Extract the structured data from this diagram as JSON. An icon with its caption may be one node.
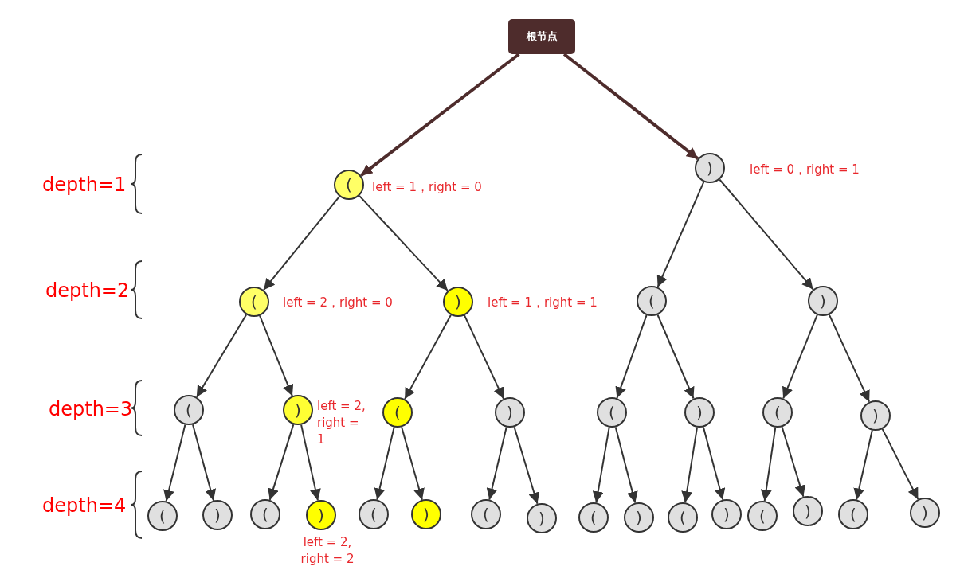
{
  "diagram": {
    "nodes": [
      {
        "text": [
          "根节点"
        ]
      },
      {
        "text": [
          "("
        ],
        "beside": [
          "left = 1，right = 0"
        ]
      },
      {
        "text": [
          ")"
        ],
        "beside": [
          "left = 0，right = 1"
        ]
      },
      {
        "text": [
          "("
        ],
        "beside": [
          "left = 2，right = 0"
        ]
      },
      {
        "text": [
          ")"
        ],
        "beside": [
          "left = 1，right = 1"
        ]
      },
      {
        "text": [
          "("
        ]
      },
      {
        "text": [
          ")"
        ]
      },
      {
        "text": [
          "("
        ]
      },
      {
        "text": [
          ")"
        ],
        "beside": [
          "left = 2, right = 1"
        ]
      },
      {
        "text": [
          "("
        ]
      },
      {
        "text": [
          ")"
        ]
      },
      {
        "text": [
          "("
        ]
      },
      {
        "text": [
          ")"
        ]
      },
      {
        "text": [
          "("
        ]
      },
      {
        "text": [
          ")"
        ]
      },
      {
        "text": [
          "("
        ]
      },
      {
        "text": [
          ")"
        ]
      },
      {
        "text": [
          "("
        ]
      },
      {
        "text": [
          ")"
        ],
        "beside": [
          "left = 2, right = 2"
        ]
      },
      {
        "text": [
          "("
        ]
      },
      {
        "text": [
          ")"
        ]
      },
      {
        "text": [
          "("
        ]
      },
      {
        "text": [
          ")"
        ]
      },
      {
        "text": [
          "("
        ]
      },
      {
        "text": [
          ")"
        ]
      },
      {
        "text": [
          "("
        ]
      },
      {
        "text": [
          ")"
        ]
      },
      {
        "text": [
          "("
        ]
      },
      {
        "text": [
          ")"
        ]
      },
      {
        "text": [
          "("
        ]
      },
      {
        "text": [
          ")"
        ]
      }
    ],
    "edges": [
      {
        "from": 0,
        "to": 1,
        "arrow": "to",
        "style": "thick",
        "color": "#4e2c2c"
      },
      {
        "from": 0,
        "to": 2,
        "arrow": "to",
        "style": "thick",
        "color": "#4e2c2c"
      },
      {
        "from": 1,
        "to": 3,
        "arrow": "to"
      },
      {
        "from": 1,
        "to": 4,
        "arrow": "to"
      },
      {
        "from": 2,
        "to": 5,
        "arrow": "to"
      },
      {
        "from": 2,
        "to": 6,
        "arrow": "to"
      },
      {
        "from": 3,
        "to": 7,
        "arrow": "to"
      },
      {
        "from": 3,
        "to": 8,
        "arrow": "to"
      },
      {
        "from": 4,
        "to": 9,
        "arrow": "to"
      },
      {
        "from": 4,
        "to": 10,
        "arrow": "to"
      },
      {
        "from": 5,
        "to": 11,
        "arrow": "to"
      },
      {
        "from": 5,
        "to": 12,
        "arrow": "to"
      },
      {
        "from": 6,
        "to": 13,
        "arrow": "to"
      },
      {
        "from": 6,
        "to": 14,
        "arrow": "to"
      },
      {
        "from": 7,
        "to": 15,
        "arrow": "to"
      },
      {
        "from": 7,
        "to": 16,
        "arrow": "to"
      },
      {
        "from": 8,
        "to": 17,
        "arrow": "to"
      },
      {
        "from": 8,
        "to": 18,
        "arrow": "to"
      },
      {
        "from": 9,
        "to": 19,
        "arrow": "to"
      },
      {
        "from": 9,
        "to": 20,
        "arrow": "to"
      },
      {
        "from": 10,
        "to": 21,
        "arrow": "to"
      },
      {
        "from": 10,
        "to": 22,
        "arrow": "to"
      },
      {
        "from": 11,
        "to": 23,
        "arrow": "to"
      },
      {
        "from": 11,
        "to": 24,
        "arrow": "to"
      },
      {
        "from": 12,
        "to": 25,
        "arrow": "to"
      },
      {
        "from": 12,
        "to": 26,
        "arrow": "to"
      },
      {
        "from": 13,
        "to": 27,
        "arrow": "to"
      },
      {
        "from": 13,
        "to": 28,
        "arrow": "to"
      },
      {
        "from": 14,
        "to": 29,
        "arrow": "to"
      },
      {
        "from": 14,
        "to": 30,
        "arrow": "to"
      }
    ],
    "labels": [
      "depth=1",
      "depth=2",
      "depth=3",
      "depth=4"
    ]
  }
}
